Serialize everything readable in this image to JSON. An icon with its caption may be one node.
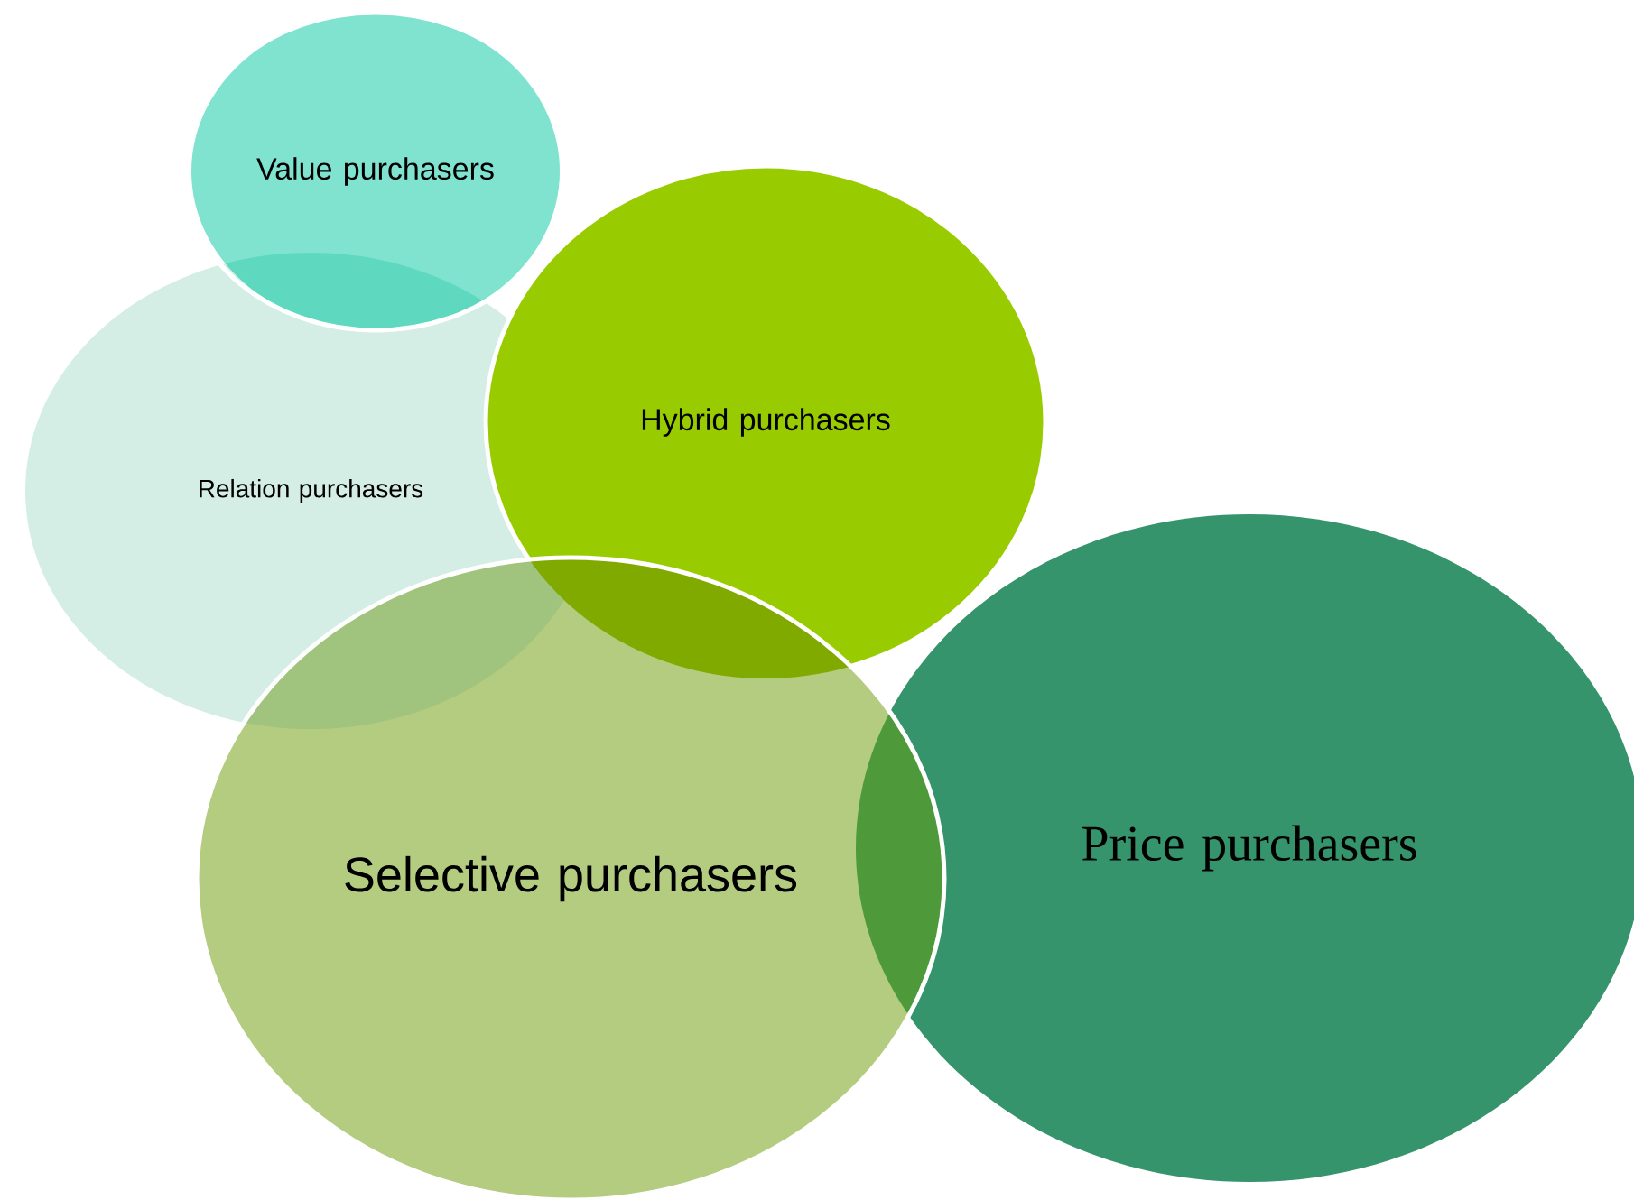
{
  "diagram": {
    "nodes": [
      {
        "text": [
          "Value purchasers"
        ]
      },
      {
        "text": [
          "Relation purchasers"
        ]
      },
      {
        "text": [
          "Hybrid purchasers"
        ]
      },
      {
        "text": [
          "Selective purchasers"
        ]
      },
      {
        "text": [
          "Price purchasers"
        ]
      }
    ]
  }
}
